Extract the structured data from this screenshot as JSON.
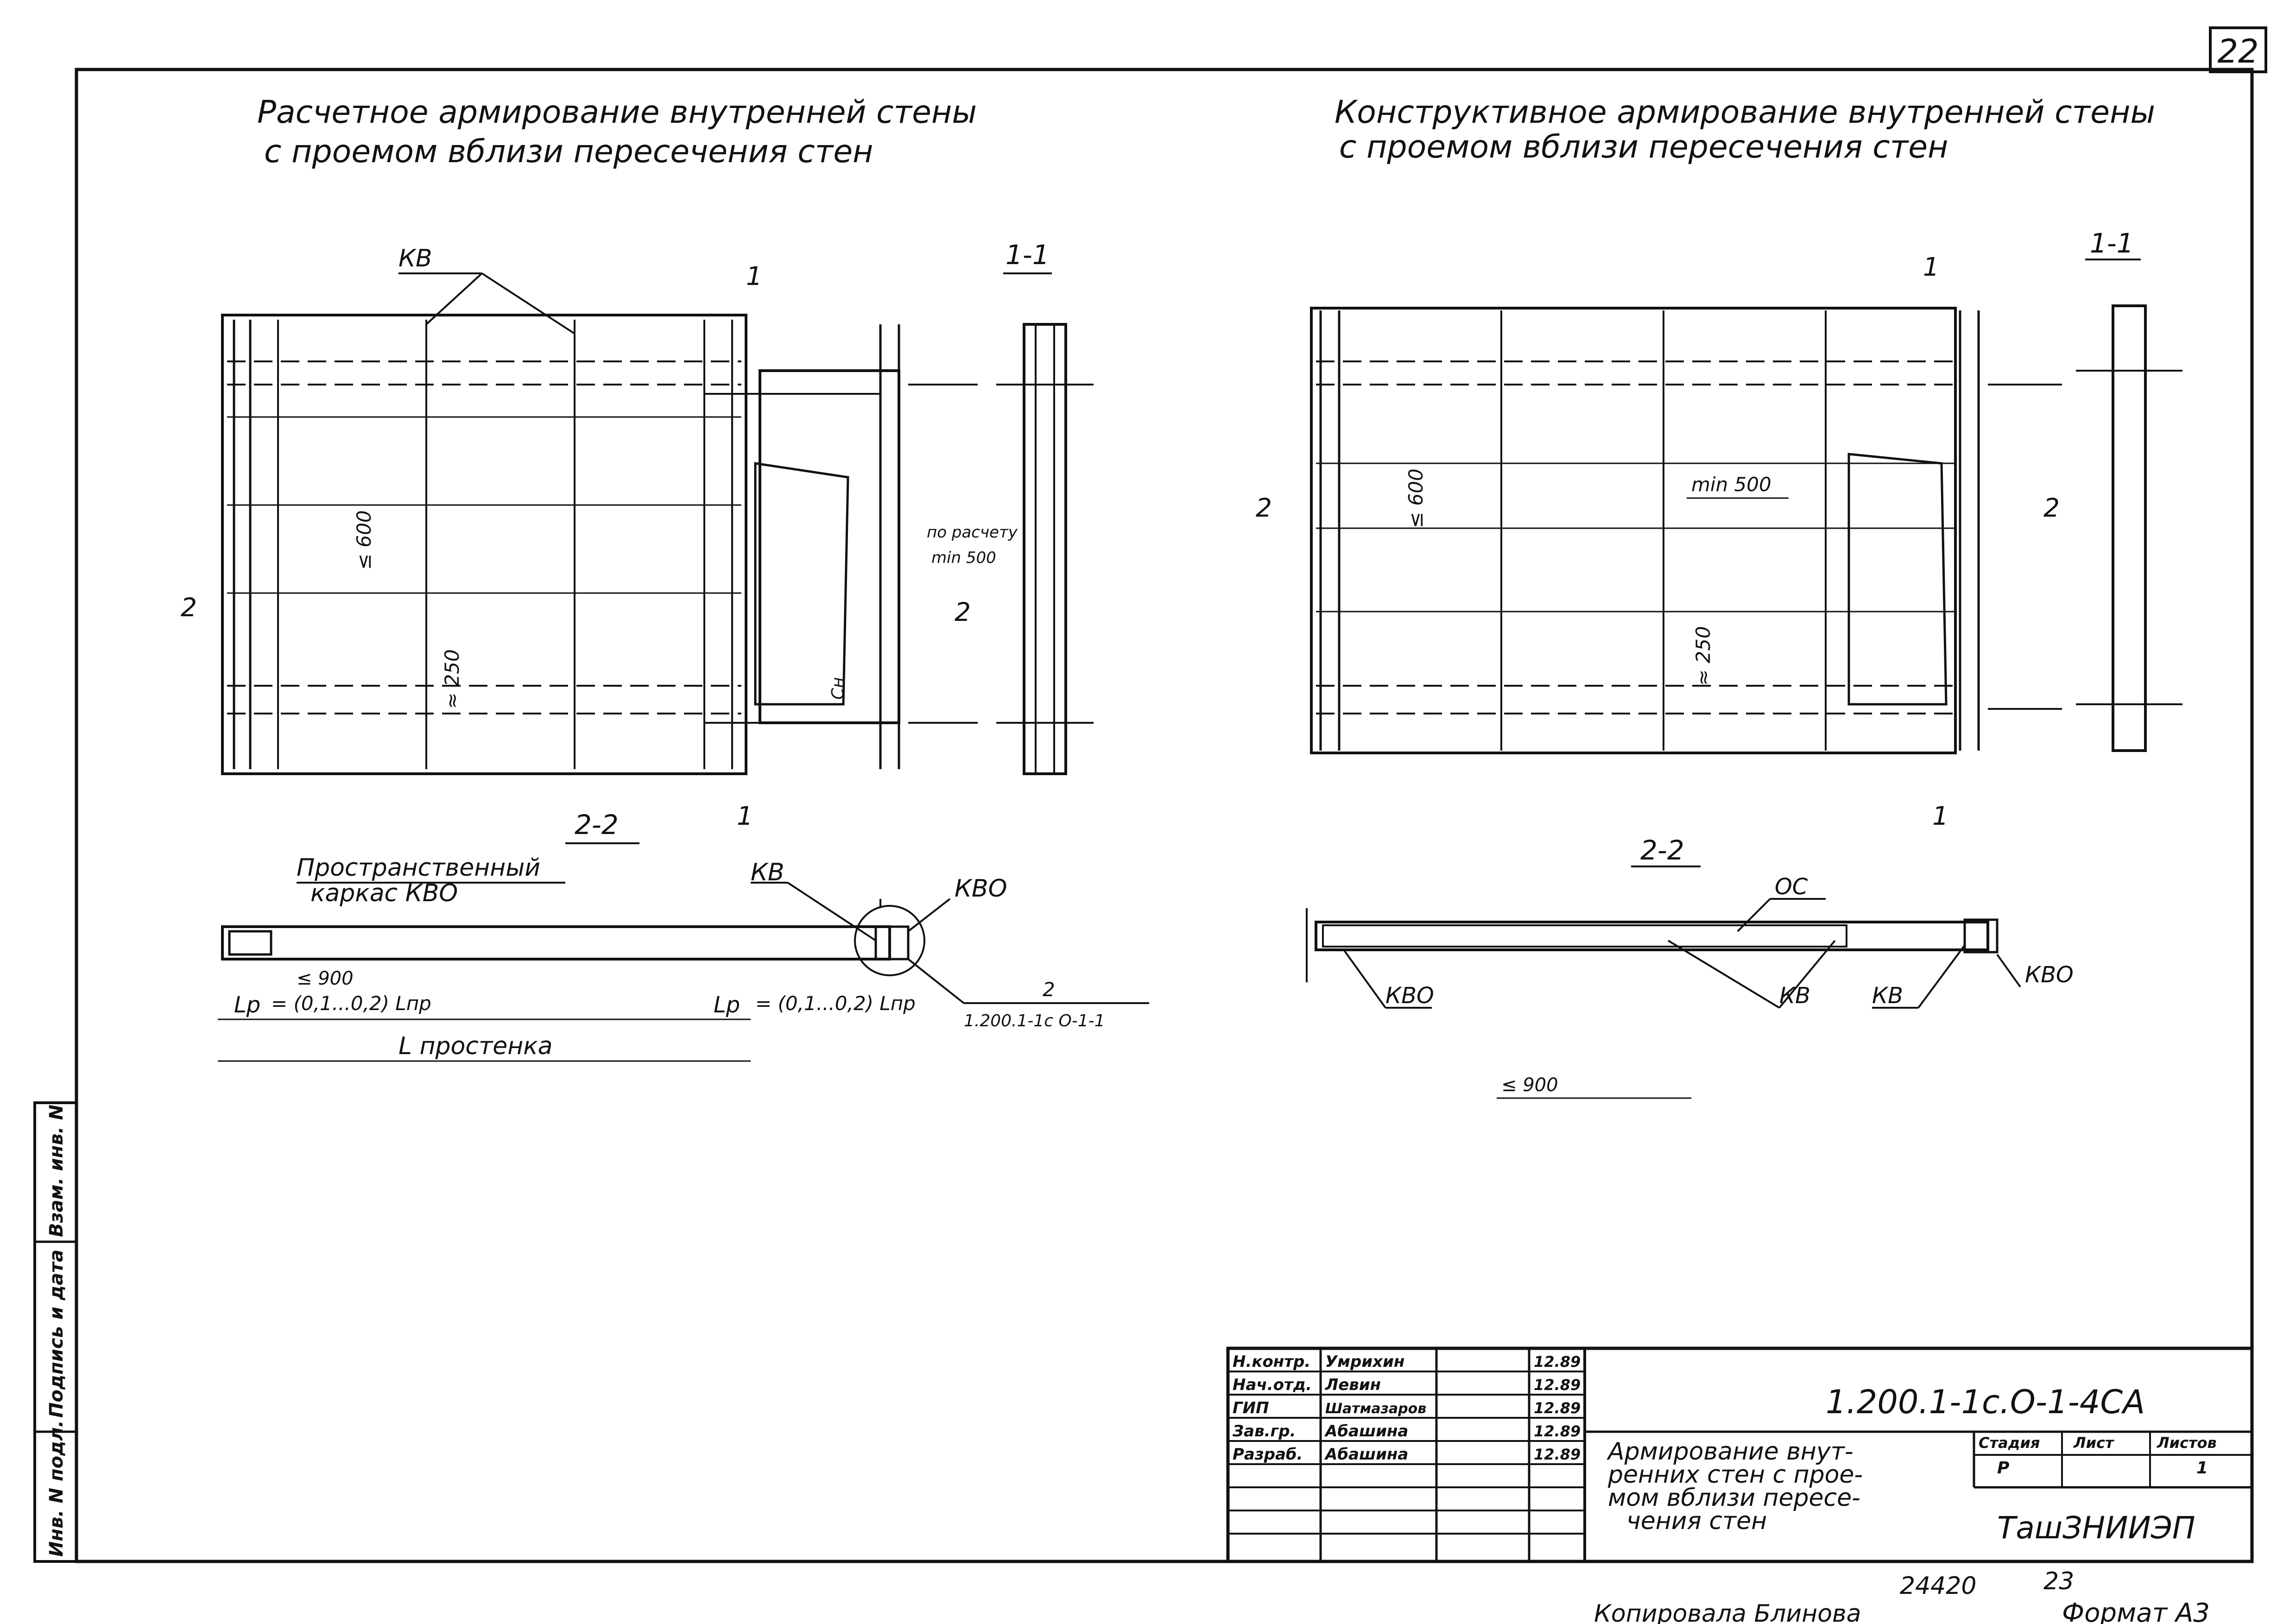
{
  "sheet_number": "22",
  "left_view": {
    "title_line1": "Расчетное армирование внутренней стены",
    "title_line2": "с проемом вблизи пересечения стен",
    "label_kv": "КВ",
    "section_1_1": "1-1",
    "section_2_2": "2-2",
    "cut_mark_1": "1",
    "cut_mark_2": "2",
    "dim_600": "≤ 600",
    "dim_250": "≈ 250",
    "note_calc": "по расчету",
    "note_min": "min 500",
    "label_cn": "Сн",
    "plan_label_line1": "Пространственный",
    "plan_label_line2": "каркас КВО",
    "plan_kv": "КВ",
    "plan_kvo": "КВО",
    "dim_900": "≤ 900",
    "dim_lp": "Lp",
    "dim_lp_formula": "= (0,1...0,2) Lпр",
    "dim_lp_formula_right": "= (0,1...0,2) Lпр",
    "dim_l": "L простенка",
    "ref_num": "2",
    "ref_doc": "1.200.1-1с О-1-1"
  },
  "right_view": {
    "title_line1": "Конструктивное армирование внутренней стены",
    "title_line2": "с проемом вблизи пересечения стен",
    "section_1_1": "1-1",
    "section_2_2": "2-2",
    "cut_mark_1": "1",
    "cut_mark_2": "2",
    "dim_600": "≤ 600",
    "dim_250": "≈ 250",
    "note_min": "min 500",
    "plan_oc": "ОС",
    "plan_kvo_left": "КВО",
    "plan_kv": "КВ",
    "plan_kv_right": "КВ",
    "plan_kvo_right": "КВО",
    "dim_900": "≤ 900"
  },
  "side_stamp": {
    "col1": "Инв. N подл.",
    "col2": "Подпись и дата",
    "col3": "Взам. инв. N"
  },
  "title_block": {
    "roles": [
      "Н.контр.",
      "Нач.отд.",
      "ГИП",
      "Зав.гр.",
      "Разраб."
    ],
    "names": [
      "Умрихин",
      "Левин",
      "Шатмазаров",
      "Абашина",
      "Абашина"
    ],
    "dates": [
      "12.89",
      "12.89",
      "12.89",
      "12.89",
      "12.89"
    ],
    "doc_code": "1.200.1-1с.О-1-4СА",
    "description_lines": [
      "Армирование внут-",
      "ренних стен с прое-",
      "мом вблизи пересе-",
      "чения стен"
    ],
    "stage_header": "Стадия",
    "sheet_header": "Лист",
    "sheets_header": "Листов",
    "stage_value": "Р",
    "sheets_value": "1",
    "org": "ТашЗНИИЭП"
  },
  "footer": {
    "order_num": "24420",
    "page_num": "23",
    "copied_by": "Копировала Блинова",
    "format": "Формат А3"
  }
}
